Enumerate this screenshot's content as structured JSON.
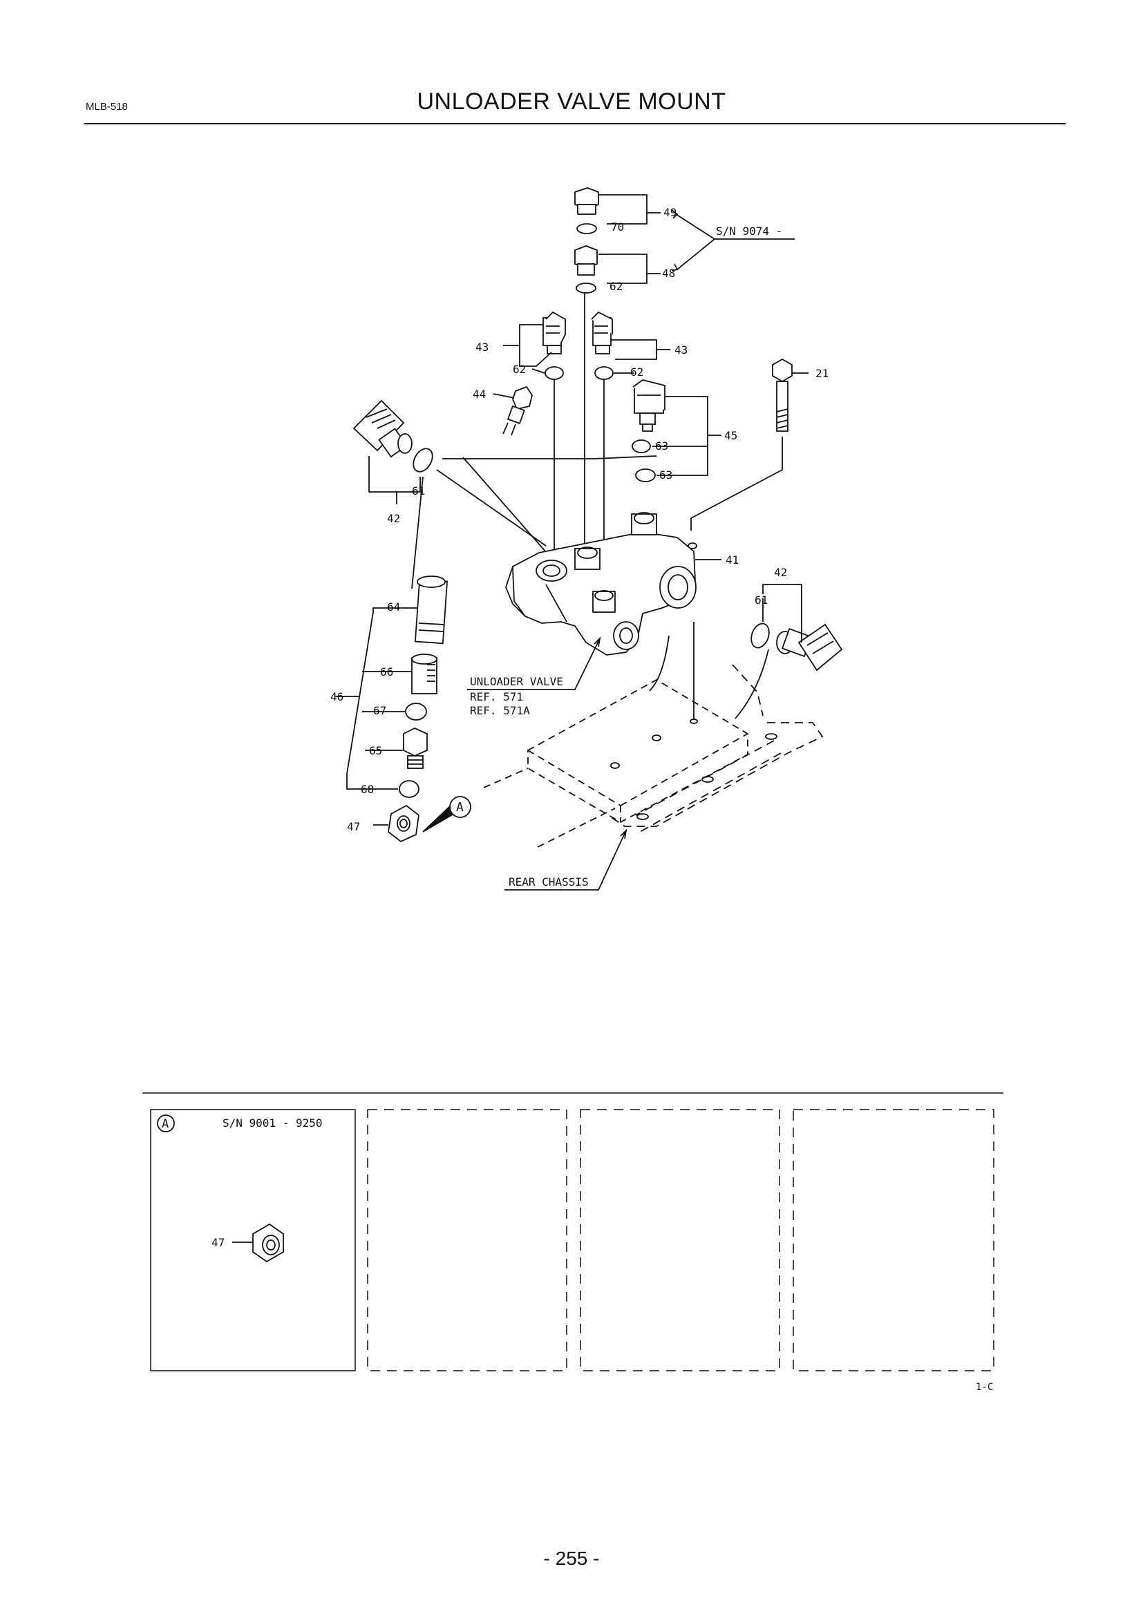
{
  "header": {
    "code": "MLB-518",
    "title": "UNLOADER VALVE MOUNT"
  },
  "callouts": {
    "c49": "49",
    "c70": "70",
    "sn": "S/N 9074 -",
    "c48": "48",
    "c62a": "62",
    "c43a": "43",
    "c62b": "62",
    "c43b": "43",
    "c62c": "62",
    "c21": "21",
    "c44": "44",
    "c45": "45",
    "c63a": "63",
    "c63b": "63",
    "c61a": "61",
    "c42a": "42",
    "c41": "41",
    "c42b": "42",
    "c61b": "61",
    "c64": "64",
    "c66": "66",
    "c46": "46",
    "c67": "67",
    "c65": "65",
    "c68": "68",
    "c47": "47",
    "detailA": "A"
  },
  "labels": {
    "unloader": "UNLOADER VALVE",
    "ref1": "REF. 571",
    "ref2": "REF. 571A",
    "rear": "REAR CHASSIS"
  },
  "detail": {
    "marker": "A",
    "sn": "S/N 9001 - 9250",
    "c47": "47"
  },
  "footer": {
    "code": "1-C",
    "page": "- 255 -"
  }
}
